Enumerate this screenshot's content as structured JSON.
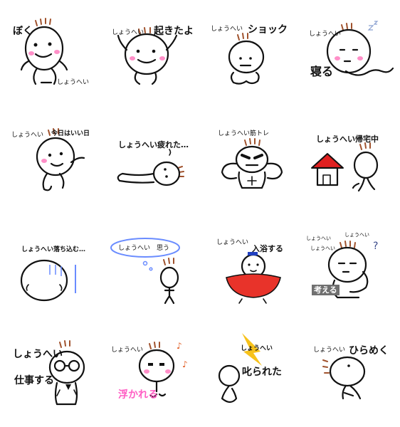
{
  "stickers": [
    {
      "texts": [
        "ぼく",
        "しょうへい"
      ]
    },
    {
      "texts": [
        "しょうへい",
        "起きたよ"
      ]
    },
    {
      "texts": [
        "しょうへい",
        "ショック"
      ]
    },
    {
      "texts": [
        "しょうへい",
        "寝る"
      ]
    },
    {
      "texts": [
        "しょうへい",
        "今日はいい日"
      ]
    },
    {
      "texts": [
        "しょうへい疲れた…"
      ]
    },
    {
      "texts": [
        "しょうへい筋トレ"
      ]
    },
    {
      "texts": [
        "しょうへい帰宅中"
      ]
    },
    {
      "texts": [
        "しょうへい落ち込む…"
      ]
    },
    {
      "texts": [
        "しょうへい",
        "思う"
      ]
    },
    {
      "texts": [
        "しょうへい",
        "入浴する"
      ]
    },
    {
      "texts": [
        "しょうへい",
        "しょうへい",
        "しょうへい",
        "考える"
      ]
    },
    {
      "texts": [
        "しょうへい",
        "仕事する"
      ]
    },
    {
      "texts": [
        "しょうへい",
        "浮かれる"
      ]
    },
    {
      "texts": [
        "しょうへい",
        "叱られた"
      ]
    },
    {
      "texts": [
        "しょうへい",
        "ひらめく"
      ]
    }
  ],
  "colors": {
    "ink": "#111111",
    "hair": "#a0522d",
    "cheek": "#ff8fc8",
    "accent_pink": "#ff5fc4",
    "bubble_blue": "#6a8cff",
    "roof_red": "#e02020",
    "bath_red": "#e8332a",
    "bolt_yellow": "#f7c21b",
    "label_gray": "#707070"
  }
}
